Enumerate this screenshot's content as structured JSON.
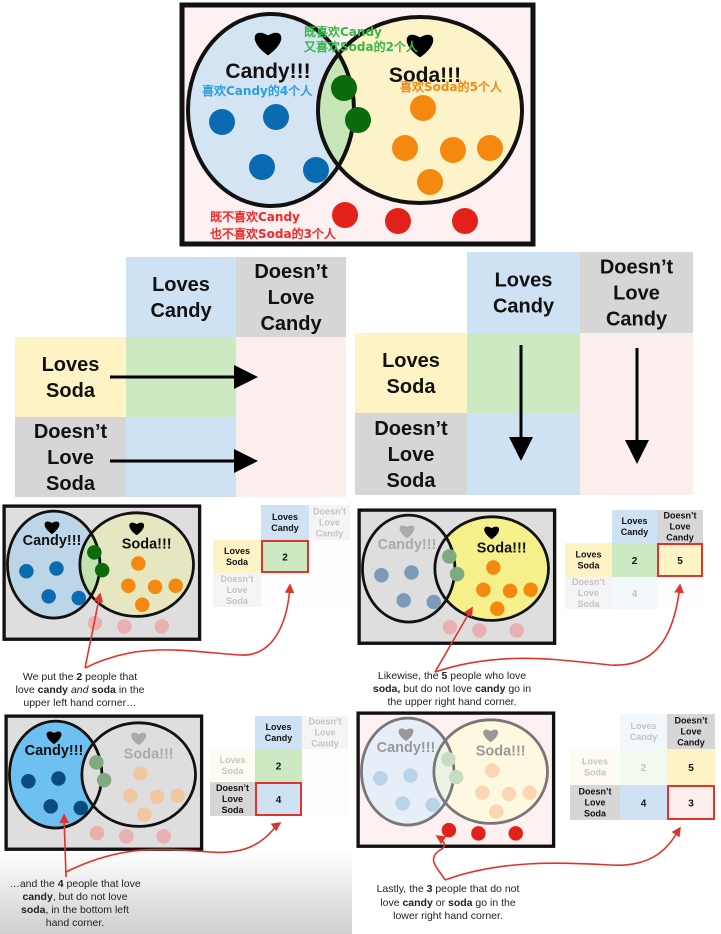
{
  "top_venn": {
    "candy_label": "Candy!!!",
    "soda_label": "Soda!!!",
    "candy_only_note": "喜欢Candy的4个人",
    "both_note": [
      "既喜欢Candy",
      "又喜欢Soda的2个人"
    ],
    "soda_only_note": "喜欢Soda的5个人",
    "neither_note": [
      "既不喜欢Candy",
      "也不喜欢Soda的3个人"
    ]
  },
  "table": {
    "col_headers": [
      [
        "Loves",
        "Candy"
      ],
      [
        "Doesn’t",
        "Love",
        "Candy"
      ]
    ],
    "row_headers": [
      [
        "Loves",
        "Soda"
      ],
      [
        "Doesn’t",
        "Love",
        "Soda"
      ]
    ]
  },
  "counts": {
    "both": "2",
    "candy_only": "4",
    "soda_only": "5",
    "neither": "3"
  },
  "colors": {
    "candy": "#0a6bb0",
    "both": "#0b6a0b",
    "soda": "#f5890f",
    "neither": "#e3211b",
    "candy_note": "#2a9ee0",
    "both_note": "#3ab54a",
    "soda_note": "#f08a1c",
    "neither_note": "#ee2a2a",
    "highlight_border": "#e0332b"
  },
  "panels": [
    {
      "caption": [
        [
          {
            "t": "We put the "
          },
          {
            "t": "2",
            "b": true
          },
          {
            "t": " people that"
          }
        ],
        [
          {
            "t": "love "
          },
          {
            "t": "candy",
            "b": true
          },
          {
            "t": " and",
            "i": true
          },
          {
            "t": " "
          },
          {
            "t": "soda",
            "b": true
          },
          {
            "t": " in the"
          }
        ],
        [
          {
            "t": "upper left hand corner…"
          }
        ]
      ]
    },
    {
      "caption": [
        [
          {
            "t": "Likewise, the "
          },
          {
            "t": "5",
            "b": true
          },
          {
            "t": " people who love"
          }
        ],
        [
          {
            "t": "soda,",
            "b": true
          },
          {
            "t": " but do not love "
          },
          {
            "t": "candy",
            "b": true
          },
          {
            "t": " go in"
          }
        ],
        [
          {
            "t": "the upper right hand corner."
          }
        ]
      ]
    },
    {
      "caption": [
        [
          {
            "t": "…and the "
          },
          {
            "t": "4",
            "b": true
          },
          {
            "t": " people that love"
          }
        ],
        [
          {
            "t": "candy",
            "b": true
          },
          {
            "t": ", but do not love"
          }
        ],
        [
          {
            "t": "soda",
            "b": true
          },
          {
            "t": ", in the bottom left"
          }
        ],
        [
          {
            "t": "hand corner."
          }
        ]
      ]
    },
    {
      "caption": [
        [
          {
            "t": "Lastly, the "
          },
          {
            "t": "3",
            "b": true
          },
          {
            "t": " people that do not"
          }
        ],
        [
          {
            "t": "love "
          },
          {
            "t": "candy",
            "b": true
          },
          {
            "t": " or "
          },
          {
            "t": "soda",
            "b": true
          },
          {
            "t": " go in the"
          }
        ],
        [
          {
            "t": "lower right hand corner."
          }
        ]
      ]
    }
  ]
}
